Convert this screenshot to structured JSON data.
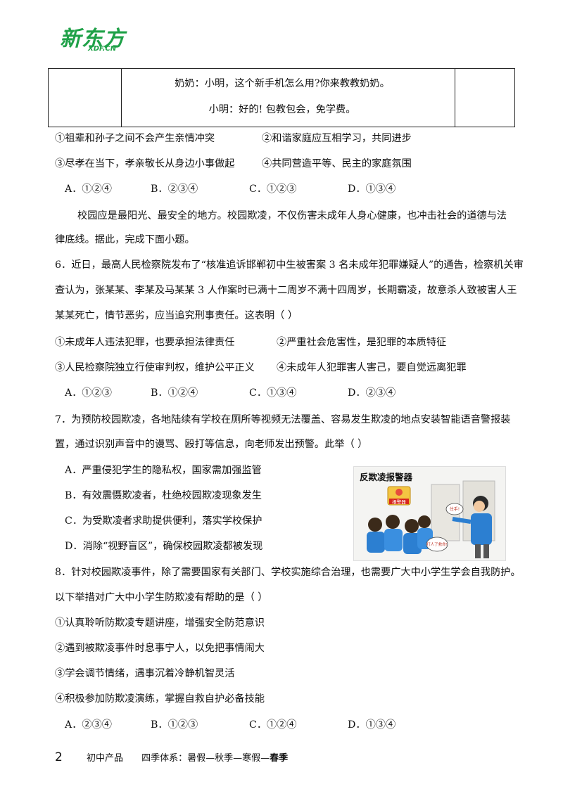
{
  "logo": {
    "brand": "新东方",
    "domain": "XDF.CN"
  },
  "table": {
    "line1": "奶奶：小明，这个新手机怎么用?你来教教奶奶。",
    "line2": "小明：好的! 包教包会，免学费。"
  },
  "q5": {
    "opt1": "①祖辈和孙子之间不会产生亲情冲突",
    "opt2": "②和谐家庭应互相学习，共同进步",
    "opt3": "③尽孝在当下，孝亲敬长从身边小事做起",
    "opt4": "④共同营造平等、民主的家庭氛围",
    "choices": [
      "A．①②④",
      "B．②③④",
      "C．①②③",
      "D．①③④"
    ]
  },
  "intro": {
    "line1": "校园应是最阳光、最安全的地方。校园欺凌，不仅伤害未成年人身心健康，也冲击社会的道德与法",
    "line2": "律底线。据此，完成下面小题。"
  },
  "q6": {
    "line1": "6．近日，最高人民检察院发布了“核准追诉邯郸初中生被害案 3 名未成年犯罪嫌疑人”的通告，检察机关审",
    "line2": "查认为，张某某、李某及马某某 3 人作案时已满十二周岁不满十四周岁，长期霸凌，故意杀人致被害人王",
    "line3": "某某死亡，情节恶劣，应当追究刑事责任。这表明（    ）",
    "opt1": "①未成年人违法犯罪，也要承担法律责任",
    "opt2": "②严重社会危害性，是犯罪的本质特征",
    "opt3": "③人民检察院独立行使审判权，维护公平正义",
    "opt4": "④未成年人犯罪害人害己，要自觉远离犯罪",
    "choices": [
      "A．①②③",
      "B．①②④",
      "C．①③④",
      "D．②③④"
    ]
  },
  "q7": {
    "line1": "7．为预防校园欺凌，各地陆续有学校在厕所等视频无法覆盖、容易发生欺凌的地点安装智能语音警报装",
    "line2": "置，通过识别声音中的谩骂、殴打等信息，向老师发出预警。此举（    ）",
    "optA": "A．严重侵犯学生的隐私权，国家需加强监管",
    "optB": "B．有效震慑欺凌者，杜绝校园欺凌现象发生",
    "optC": "C．为受欺凌者求助提供便利，落实学校保护",
    "optD": "D．消除“视野盲区”，确保校园欺凌都被发现",
    "picture": {
      "title": "反欺凌报警器",
      "device_label": "报警器",
      "bubble_stop": "住手!",
      "bubble_help": "打人了救命!"
    }
  },
  "q8": {
    "line1": "8．针对校园欺凌事件，除了需要国家有关部门、学校实施综合治理，也需要广大中小学生学会自我防护。",
    "line2": "以下举措对广大中小学生防欺凌有帮助的是（    ）",
    "opt1": "①认真聆听防欺凌专题讲座，增强安全防范意识",
    "opt2": "②遇到被欺凌事件时息事宁人，以免把事情闹大",
    "opt3": "③学会调节情绪，遇事沉着冷静机智灵活",
    "opt4": "④积极参加防欺凌演练，掌握自救自护必备技能",
    "choices": [
      "A．②③④",
      "B．①②③",
      "C．①②④",
      "D．①③④"
    ]
  },
  "footer": {
    "page_number": "2",
    "product": "初中产品",
    "series_prefix": "四季体系：暑假—秋季—寒假—",
    "series_current": "春季"
  },
  "colors": {
    "brand_green": "#1fa148"
  }
}
